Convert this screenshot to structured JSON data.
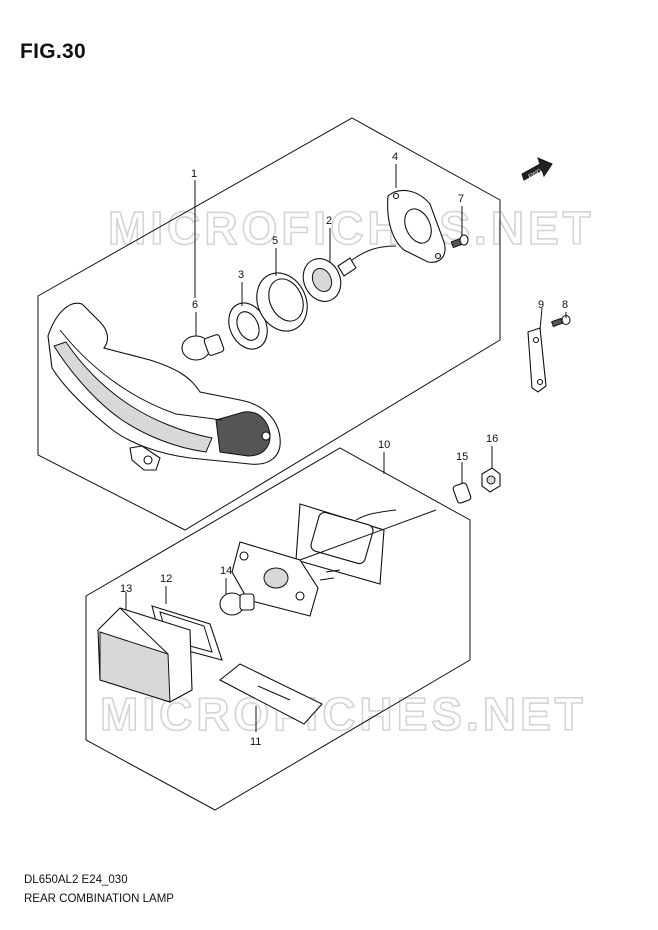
{
  "figure": {
    "title": "FIG.30",
    "model_code": "DL650AL2 E24_030",
    "name": "REAR COMBINATION LAMP"
  },
  "watermark": {
    "text": "MICROFICHES.NET"
  },
  "orientation_badge": {
    "text": "FWD"
  },
  "callouts": {
    "c1": "1",
    "c2": "2",
    "c3": "3",
    "c4": "4",
    "c5": "5",
    "c6": "6",
    "c7": "7",
    "c8": "8",
    "c9": "9",
    "c10": "10",
    "c11": "11",
    "c12": "12",
    "c13": "13",
    "c14": "14",
    "c15": "15",
    "c16": "16"
  }
}
